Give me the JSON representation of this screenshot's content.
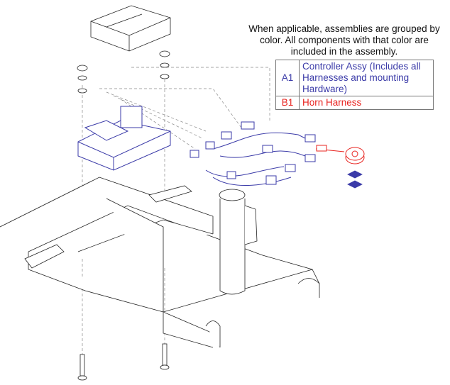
{
  "note": "When applicable, assemblies are grouped by color. All components with that color are included in the assembly.",
  "legend": [
    {
      "code": "A1",
      "description": "Controller Assy (Includes all Harnesses and mounting Hardware)",
      "color": "#3b3ba8"
    },
    {
      "code": "B1",
      "description": "Horn Harness",
      "color": "#e8231f"
    }
  ]
}
